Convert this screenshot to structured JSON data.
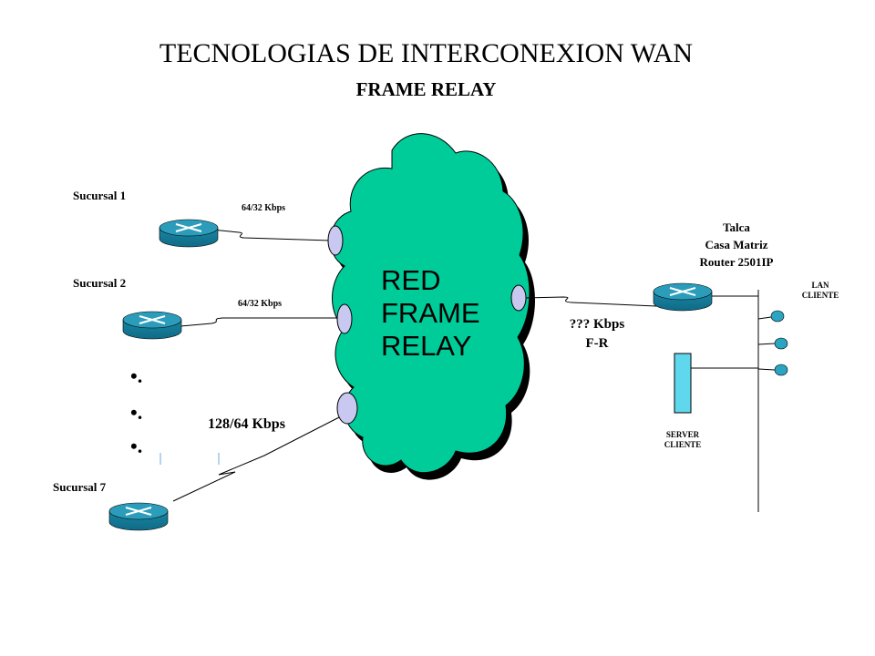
{
  "title": "TECNOLOGIAS DE INTERCONEXION WAN",
  "subtitle": "FRAME RELAY",
  "cloud": {
    "line1": "RED",
    "line2": "FRAME",
    "line3": "RELAY",
    "color": "#00cc99"
  },
  "sucursales": [
    {
      "name": "Sucursal 1",
      "speed": "64/32 Kbps"
    },
    {
      "name": "Sucursal 2",
      "speed": "64/32 Kbps"
    },
    {
      "name": "Sucursal 7",
      "speed": "128/64  Kbps"
    }
  ],
  "ellipsis": [
    "•.",
    "•.",
    "•."
  ],
  "matriz": {
    "line1": "Talca",
    "line2": "Casa Matriz",
    "line3": "Router 2501IP"
  },
  "matriz_link": {
    "speed": "??? Kbps",
    "type": "F-R"
  },
  "lan": {
    "line1": "LAN",
    "line2": "CLIENTE"
  },
  "server": {
    "line1": "SERVER",
    "line2": "CLIENTE"
  },
  "colors": {
    "router": "#1e8ca8",
    "port": "#c8c8f0",
    "server": "#5fd8ee",
    "lan_node": "#2aa4c0"
  }
}
